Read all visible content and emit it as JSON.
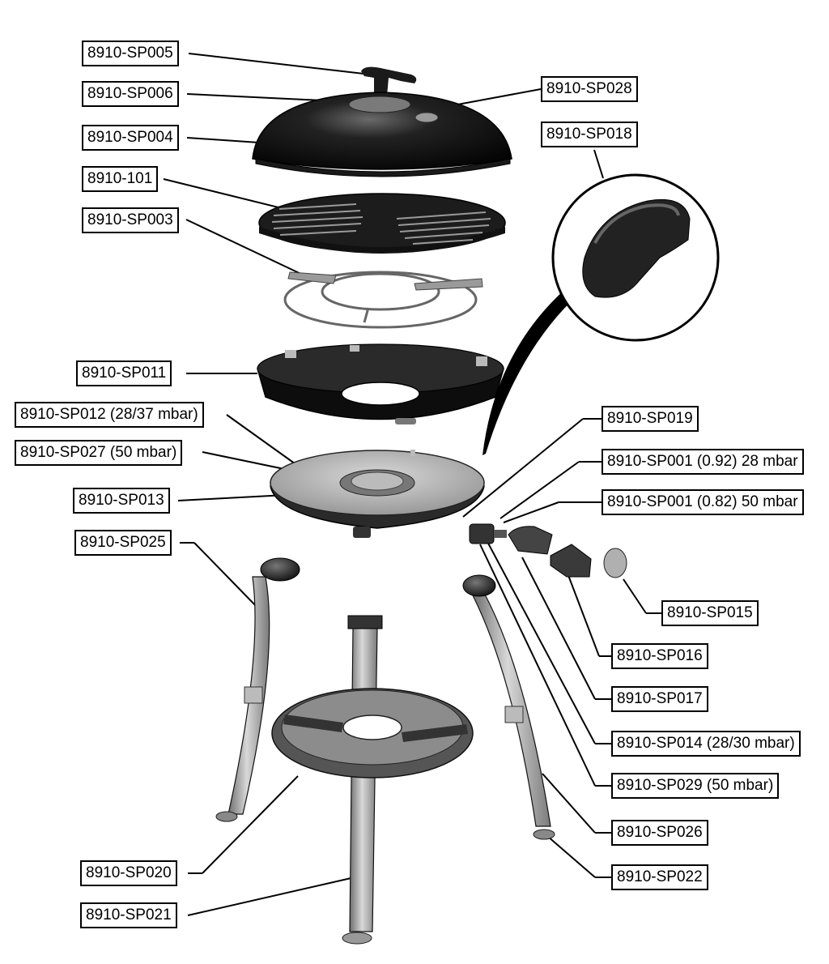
{
  "diagram": {
    "labels": {
      "sp005": "8910-SP005",
      "sp006": "8910-SP006",
      "sp004": "8910-SP004",
      "p101": "8910-101",
      "sp003": "8910-SP003",
      "sp011": "8910-SP011",
      "sp012": "8910-SP012 (28/37 mbar)",
      "sp027": "8910-SP027 (50 mbar)",
      "sp013": "8910-SP013",
      "sp025": "8910-SP025",
      "sp020": "8910-SP020",
      "sp021": "8910-SP021",
      "sp028": "8910-SP028",
      "sp018": "8910-SP018",
      "sp019": "8910-SP019",
      "sp001a": "8910-SP001 (0.92) 28 mbar",
      "sp001b": "8910-SP001 (0.82) 50 mbar",
      "sp015": "8910-SP015",
      "sp016": "8910-SP016",
      "sp017": "8910-SP017",
      "sp014": "8910-SP014 (28/30 mbar)",
      "sp029": "8910-SP029 (50 mbar)",
      "sp026": "8910-SP026",
      "sp022": "8910-SP022"
    }
  }
}
